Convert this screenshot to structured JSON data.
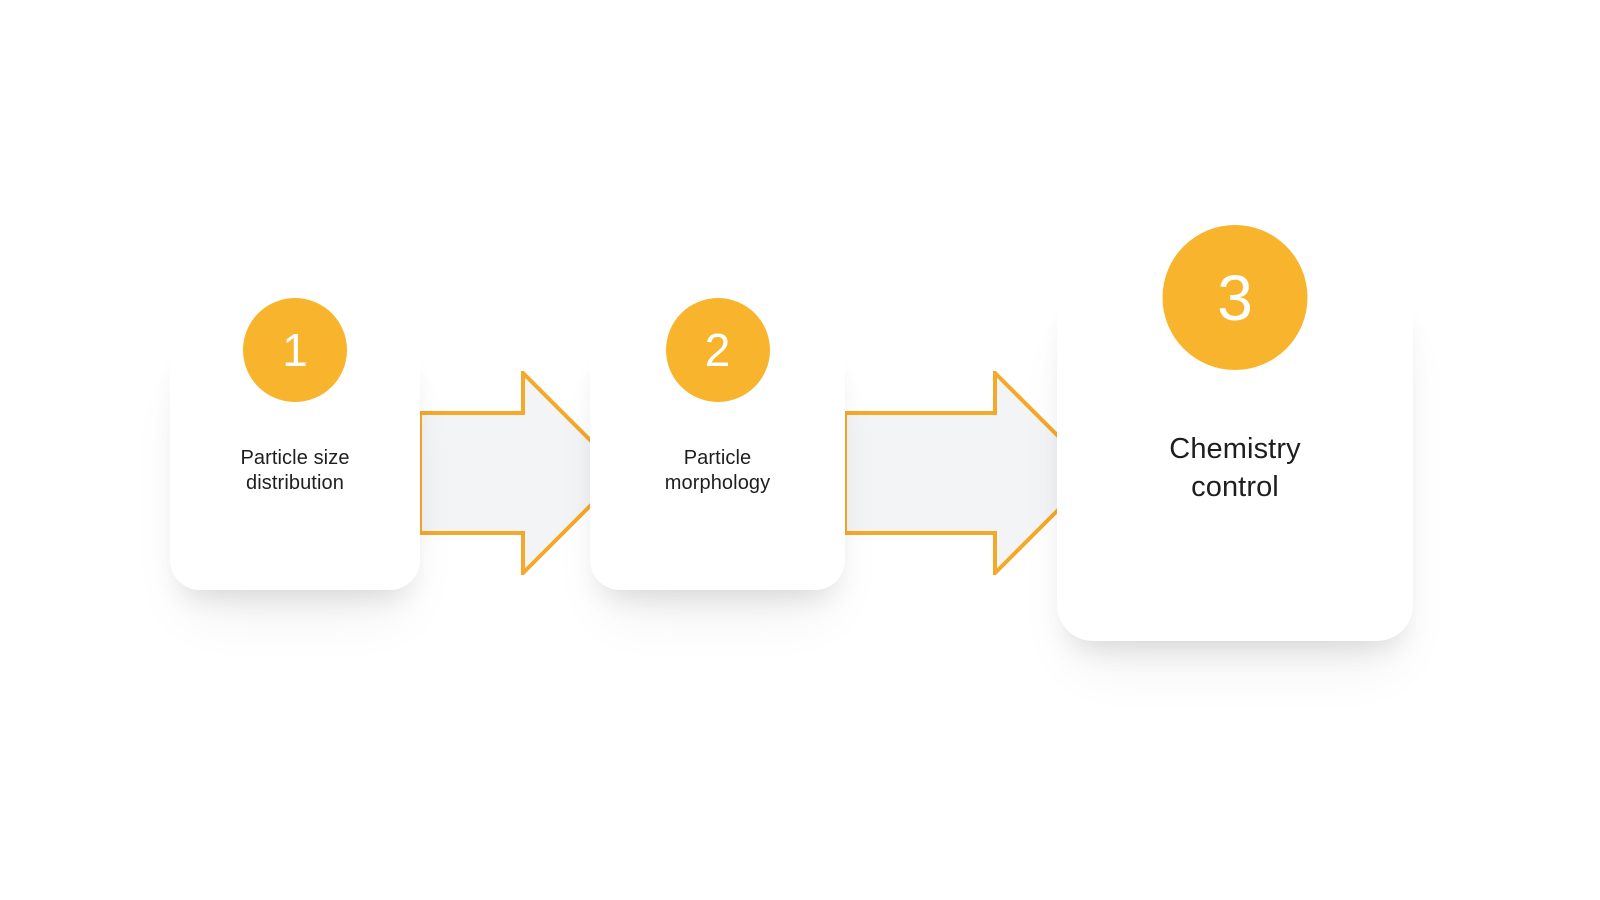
{
  "diagram": {
    "type": "process-flow",
    "colors": {
      "accent_yellow": "#f8b42c",
      "arrow_outline": "#f5a92b",
      "arrow_fill": "#f3f4f6",
      "card_background": "#ffffff",
      "text": "#1e1e20",
      "page_background": "#ffffff"
    },
    "steps": [
      {
        "number": "1",
        "label": "Particle size\ndistribution"
      },
      {
        "number": "2",
        "label": "Particle\nmorphology"
      },
      {
        "number": "3",
        "label": "Chemistry\ncontrol"
      }
    ]
  }
}
